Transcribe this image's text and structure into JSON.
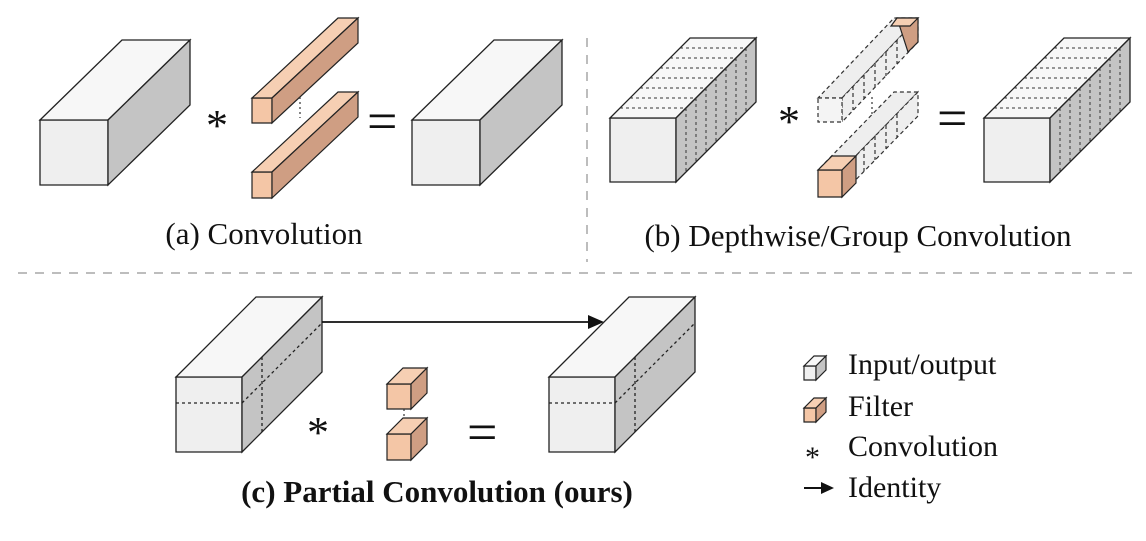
{
  "panels": {
    "a": {
      "caption": "(a) Convolution",
      "operator": "*",
      "equals": "="
    },
    "b": {
      "caption": "(b) Depthwise/Group Convolution",
      "operator": "*",
      "equals": "="
    },
    "c": {
      "caption": "(c) Partial Convolution (ours)",
      "operator": "*",
      "equals": "="
    }
  },
  "legend": {
    "input_output": "Input/output",
    "filter": "Filter",
    "convolution_symbol": "*",
    "convolution": "Convolution",
    "identity": "Identity"
  },
  "colors": {
    "block_front": "#efefef",
    "block_top": "#f7f7f7",
    "block_side": "#c4c4c4",
    "filter_front": "#f4c6a6",
    "filter_top": "#f6cfb3",
    "filter_side": "#cf9e83",
    "separator": "#bdbdbd"
  }
}
